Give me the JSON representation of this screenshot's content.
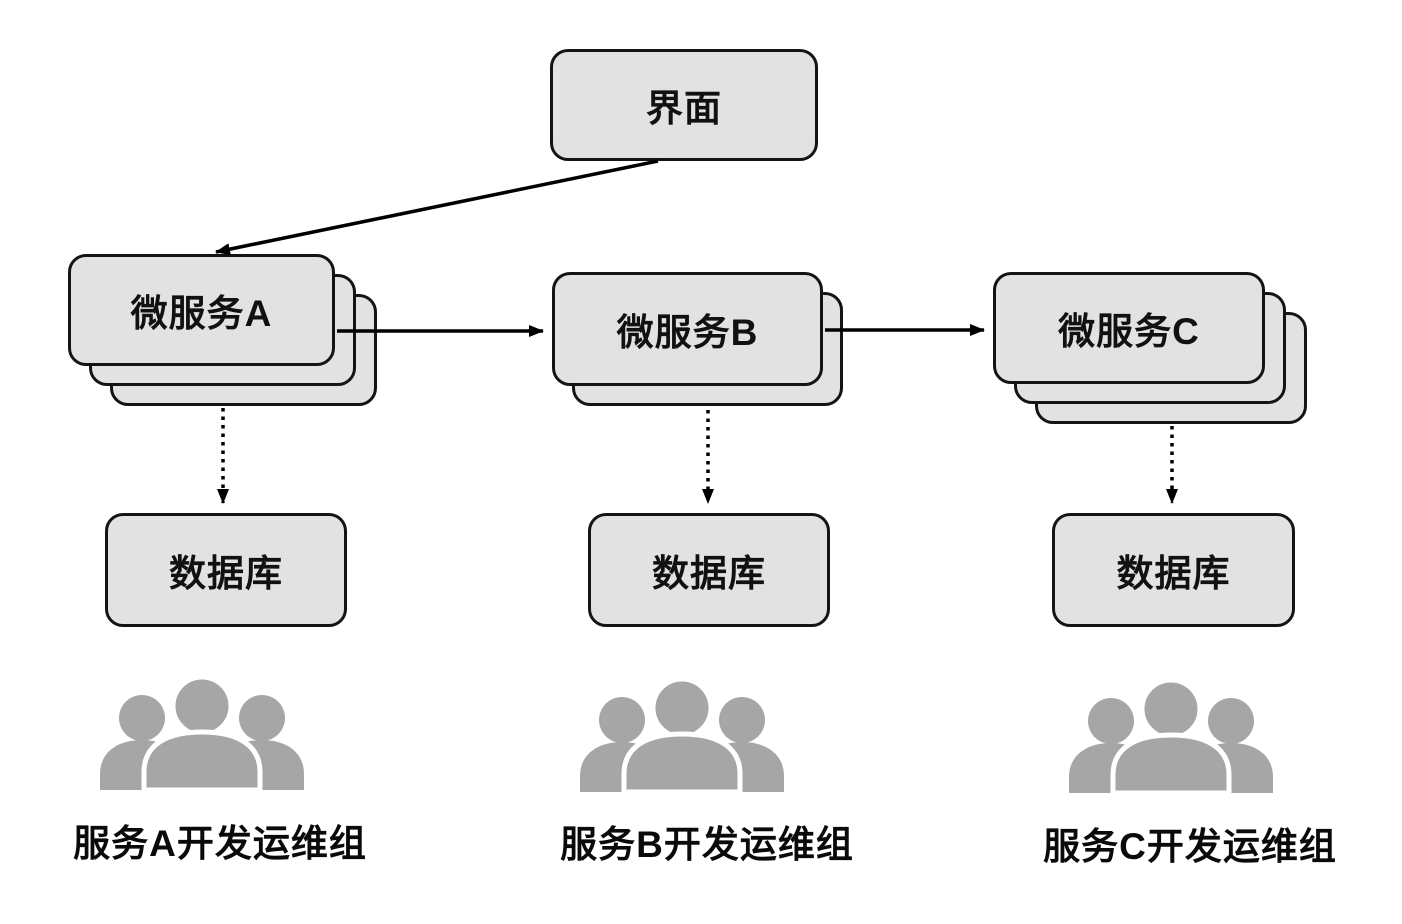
{
  "interface": {
    "label": "界面"
  },
  "services": [
    {
      "name": "微服务A",
      "stack_count": 3,
      "database": "数据库",
      "team": "服务A开发运维组"
    },
    {
      "name": "微服务B",
      "stack_count": 2,
      "database": "数据库",
      "team": "服务B开发运维组"
    },
    {
      "name": "微服务C",
      "stack_count": 3,
      "database": "数据库",
      "team": "服务C开发运维组"
    }
  ],
  "edges": [
    {
      "from": "界面",
      "to": "微服务A",
      "style": "solid-arrow"
    },
    {
      "from": "微服务A",
      "to": "微服务B",
      "style": "solid-arrow"
    },
    {
      "from": "微服务B",
      "to": "微服务C",
      "style": "solid-arrow"
    },
    {
      "from": "微服务A",
      "to": "数据库",
      "style": "dotted-arrow"
    },
    {
      "from": "微服务B",
      "to": "数据库",
      "style": "dotted-arrow"
    },
    {
      "from": "微服务C",
      "to": "数据库",
      "style": "dotted-arrow"
    }
  ],
  "colors": {
    "box_fill": "#e2e2e2",
    "box_border": "#141414",
    "arrow": "#000000",
    "people": "#a6a6a6",
    "background": "#ffffff"
  }
}
